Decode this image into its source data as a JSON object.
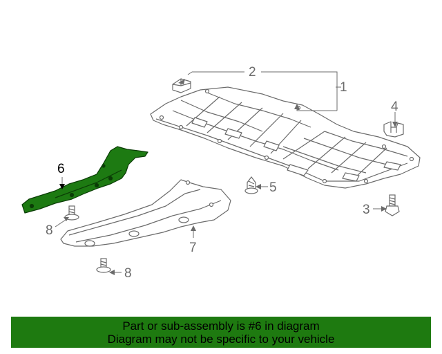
{
  "diagram": {
    "callouts": [
      {
        "id": "1",
        "label": "1"
      },
      {
        "id": "2",
        "label": "2"
      },
      {
        "id": "3",
        "label": "3"
      },
      {
        "id": "4",
        "label": "4"
      },
      {
        "id": "5",
        "label": "5"
      },
      {
        "id": "6",
        "label": "6"
      },
      {
        "id": "7",
        "label": "7"
      },
      {
        "id": "8a",
        "label": "8"
      },
      {
        "id": "8b",
        "label": "8"
      }
    ],
    "highlighted_part": "6"
  },
  "banner": {
    "line1": "Part or sub-assembly is #6 in diagram",
    "line2": "Diagram may not be specific to your vehicle"
  },
  "colors": {
    "highlight_fill": "#1d7a12",
    "banner_bg": "#1e7a10",
    "line_art": "#6b6b6b",
    "part_fill": "#ffffff"
  }
}
